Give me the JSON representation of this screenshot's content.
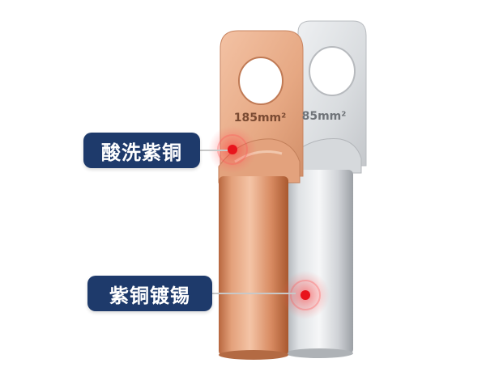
{
  "labels": {
    "pickled_copper": "酸洗紫铜",
    "tinned_copper": "紫铜镀锡"
  },
  "lugs": {
    "copper_size": "185mm²",
    "tinned_size": "85mm²"
  },
  "colors": {
    "label_bg": "#1e3a6b",
    "copper": "#d9926b",
    "tinned": "#c9ccd0",
    "marker": "#e8141c"
  }
}
